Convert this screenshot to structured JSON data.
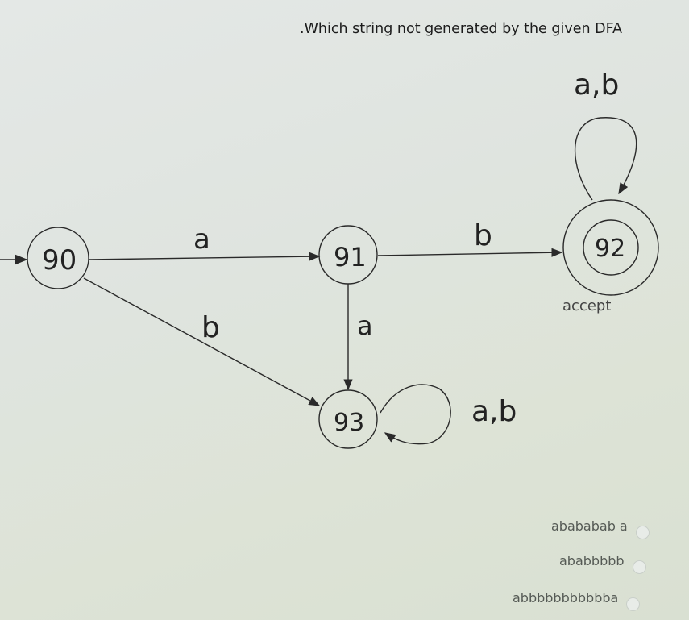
{
  "question": ".Which string not generated by the given DFA",
  "states": [
    "q0",
    "q1",
    "q2",
    "q3"
  ],
  "state_display": {
    "q0": "90",
    "q1": "91",
    "q2": "92",
    "q3": "93"
  },
  "accept_label": "accept",
  "edge_labels": {
    "q0_q1": "a",
    "q0_q3": "b",
    "q1_q2": "b",
    "q1_q3": "a",
    "q2_self": "a,b",
    "q3_self": "a,b"
  },
  "options": [
    {
      "text": "abababab a",
      "display": "abababab a"
    },
    {
      "text": "ababbbbb",
      "display": "ababbbbb"
    },
    {
      "text": "abbbbbbbbbbba",
      "display": "abbbbbbbbbbba"
    }
  ]
}
